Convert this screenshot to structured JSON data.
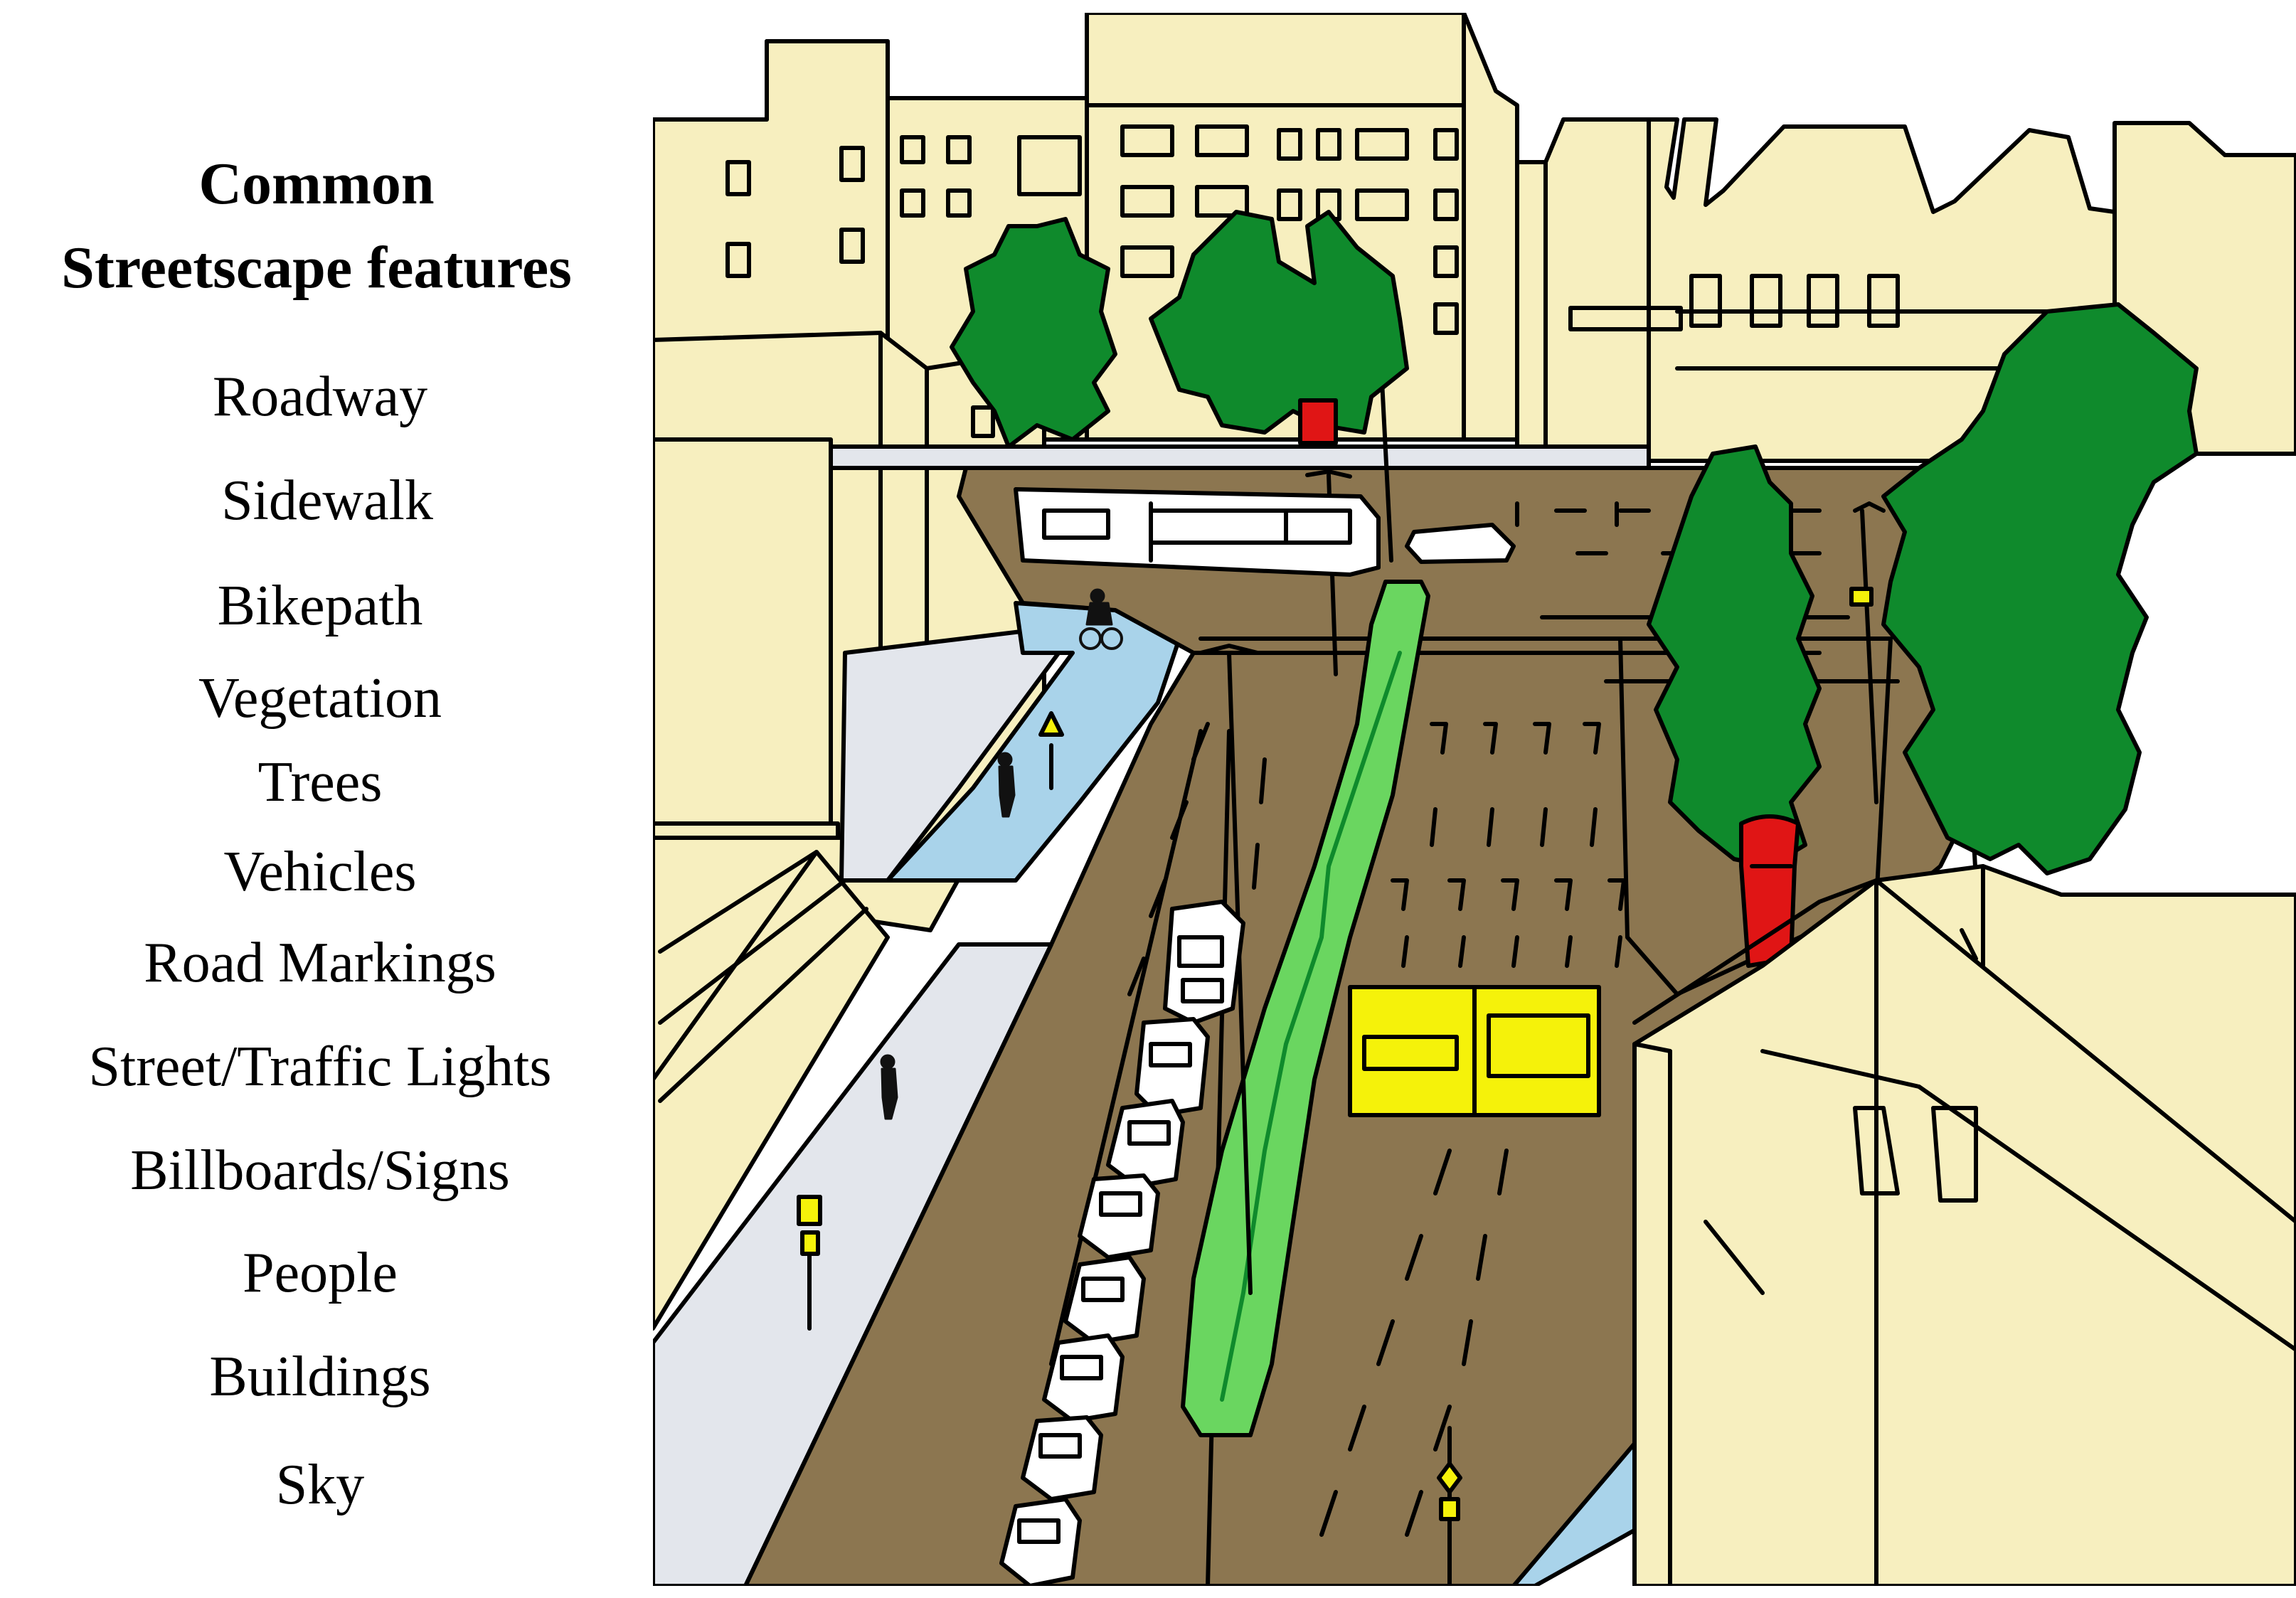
{
  "legend": {
    "title_line1": "Common",
    "title_line2": "Streetscape features",
    "items": [
      "Roadway",
      "Sidewalk",
      "Bikepath",
      "Vegetation",
      "Trees",
      "Vehicles",
      "Road Markings",
      "Street/Traffic Lights",
      "Billboards/Signs",
      "People",
      "Buildings",
      "Sky"
    ]
  },
  "colors": {
    "roadway": "#8c7650",
    "sidewalk": "#e3e6ec",
    "bikepath": "#a9d3ea",
    "vegetation": "#6ad660",
    "trees": "#0f8a2c",
    "vehicles": "#ffffff",
    "road_markings": "#111111",
    "lights": "#111111",
    "signs": "#f5f20a",
    "post_box": "#e01515",
    "buildings": "#f7efbf",
    "sky": "#ffffff",
    "outline": "#000000"
  }
}
